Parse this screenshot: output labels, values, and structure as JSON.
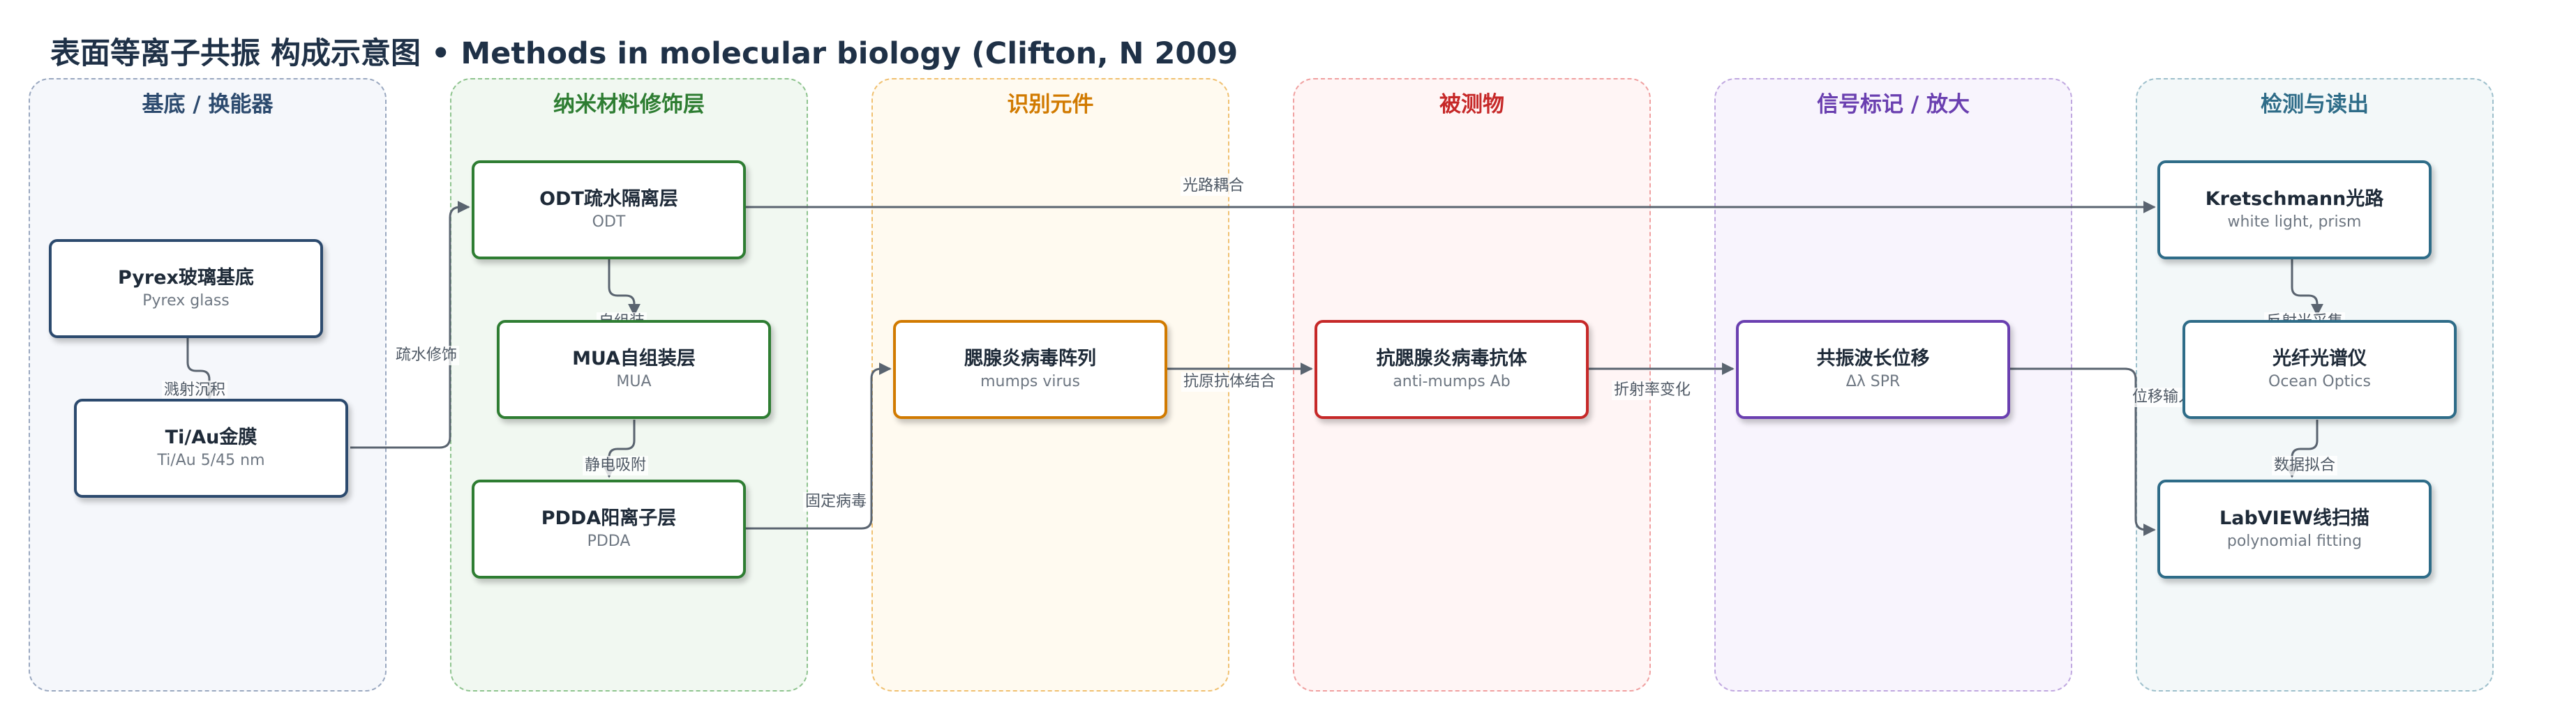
{
  "title": "表面等离子共振 构成示意图 • Methods in molecular biology (Clifton, N 2009",
  "panels": [
    {
      "id": "p0",
      "title": "基底 / 换能器",
      "title_color": "#2c4a6e",
      "border": "#9aa8c0",
      "fill": "#f5f7fb"
    },
    {
      "id": "p1",
      "title": "纳米材料修饰层",
      "title_color": "#2e7d32",
      "border": "#8fc48f",
      "fill": "#f1f8f1"
    },
    {
      "id": "p2",
      "title": "识别元件",
      "title_color": "#d17a00",
      "border": "#f0c070",
      "fill": "#fffaf0"
    },
    {
      "id": "p3",
      "title": "被测物",
      "title_color": "#c62828",
      "border": "#f0a0a0",
      "fill": "#fff5f5"
    },
    {
      "id": "p4",
      "title": "信号标记 / 放大",
      "title_color": "#6a3fb0",
      "border": "#c0a8e0",
      "fill": "#f8f4fd"
    },
    {
      "id": "p5",
      "title": "检测与读出",
      "title_color": "#2e6c88",
      "border": "#9ec0cc",
      "fill": "#f3f8f9"
    }
  ],
  "nodes": [
    {
      "id": "pyrex",
      "title": "Pyrex玻璃基底",
      "sub": "Pyrex glass",
      "color": "#2c4a6e"
    },
    {
      "id": "tiau",
      "title": "Ti/Au金膜",
      "sub": "Ti/Au 5/45 nm",
      "color": "#2c4a6e"
    },
    {
      "id": "odt",
      "title": "ODT疏水隔离层",
      "sub": "ODT",
      "color": "#2e7d32"
    },
    {
      "id": "mua",
      "title": "MUA自组装层",
      "sub": "MUA",
      "color": "#2e7d32"
    },
    {
      "id": "pdda",
      "title": "PDDA阳离子层",
      "sub": "PDDA",
      "color": "#2e7d32"
    },
    {
      "id": "virus",
      "title": "腮腺炎病毒阵列",
      "sub": "mumps virus",
      "color": "#d17a00"
    },
    {
      "id": "ab",
      "title": "抗腮腺炎病毒抗体",
      "sub": "anti-mumps Ab",
      "color": "#c62828"
    },
    {
      "id": "spr",
      "title": "共振波长位移",
      "sub": "Δλ SPR",
      "color": "#6a3fb0"
    },
    {
      "id": "kret",
      "title": "Kretschmann光路",
      "sub": "white light, prism",
      "color": "#2e6c88"
    },
    {
      "id": "spec",
      "title": "光纤光谱仪",
      "sub": "Ocean Optics",
      "color": "#2e6c88"
    },
    {
      "id": "lab",
      "title": "LabVIEW线扫描",
      "sub": "polynomial fitting",
      "color": "#2e6c88"
    }
  ],
  "edges": [
    {
      "id": "e1",
      "label": "溅射沉积"
    },
    {
      "id": "e2",
      "label": "疏水修饰"
    },
    {
      "id": "e3",
      "label": "自组装"
    },
    {
      "id": "e4",
      "label": "静电吸附"
    },
    {
      "id": "e5",
      "label": "固定病毒"
    },
    {
      "id": "e6",
      "label": "抗原抗体结合"
    },
    {
      "id": "e7",
      "label": "折射率变化"
    },
    {
      "id": "e8",
      "label": "光路耦合"
    },
    {
      "id": "e9",
      "label": "反射光采集"
    },
    {
      "id": "e10",
      "label": "数据拟合"
    },
    {
      "id": "e11",
      "label": "位移输入"
    }
  ],
  "edge_color": "#5a6470"
}
